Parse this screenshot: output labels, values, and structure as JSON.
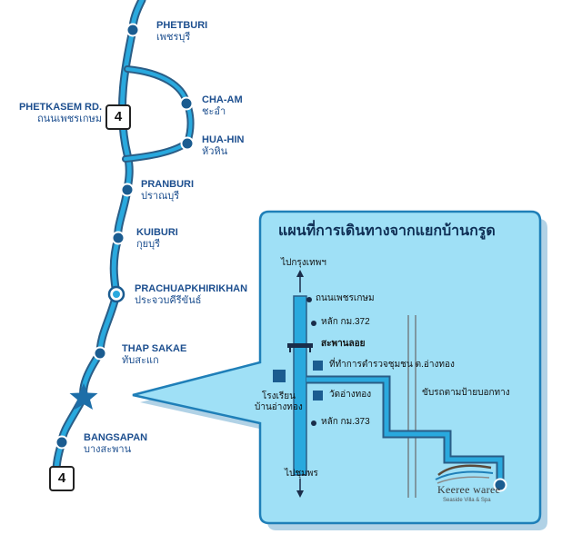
{
  "colors": {
    "route": "#29a9de",
    "route_outline": "#2a5d86",
    "node": "#1b5c90",
    "callout": "#9fe0f6",
    "callout_border": "#1f7fb8",
    "star": "#1d6ea8"
  },
  "towns": [
    {
      "en": "PHETBURI",
      "th": "เพชรบุรี"
    },
    {
      "en": "CHA-AM",
      "th": "ชะอำ"
    },
    {
      "en": "HUA-HIN",
      "th": "หัวหิน"
    },
    {
      "en": "PRANBURI",
      "th": "ปราณบุรี"
    },
    {
      "en": "KUIBURI",
      "th": "กุยบุรี"
    },
    {
      "en": "PRACHUAPKHIRIKHAN",
      "th": "ประจวบคีรีขันธ์"
    },
    {
      "en": "THAP SAKAE",
      "th": "ทับสะแก"
    },
    {
      "en": "BANGSAPAN",
      "th": "บางสะพาน"
    }
  ],
  "road": {
    "en": "PHETKASEM RD.",
    "th": "ถนนเพชรเกษม",
    "number_top": "4",
    "number_bottom": "4"
  },
  "inset": {
    "title": "แผนที่การเดินทางจากแยกบ้านกรูด",
    "to_north": "ไปกรุงเทพฯ",
    "to_south": "ไปชุมพร",
    "road_label": "ถนนเพชรเกษม",
    "km372": "หลัก กม.372",
    "bridge": "สะพานลอย",
    "office": "ที่ทำการตำรวจชุมชน ต.อ่างทอง",
    "school_line1": "โรงเรียน",
    "school_line2": "บ้านอ่างทอง",
    "temple": "วัดอ่างทอง",
    "km373": "หลัก กม.373",
    "follow_signs": "ขับรถตามป้ายบอกทาง",
    "logo_name": "Keeree waree",
    "logo_sub": "Seaside Villa & Spa"
  }
}
